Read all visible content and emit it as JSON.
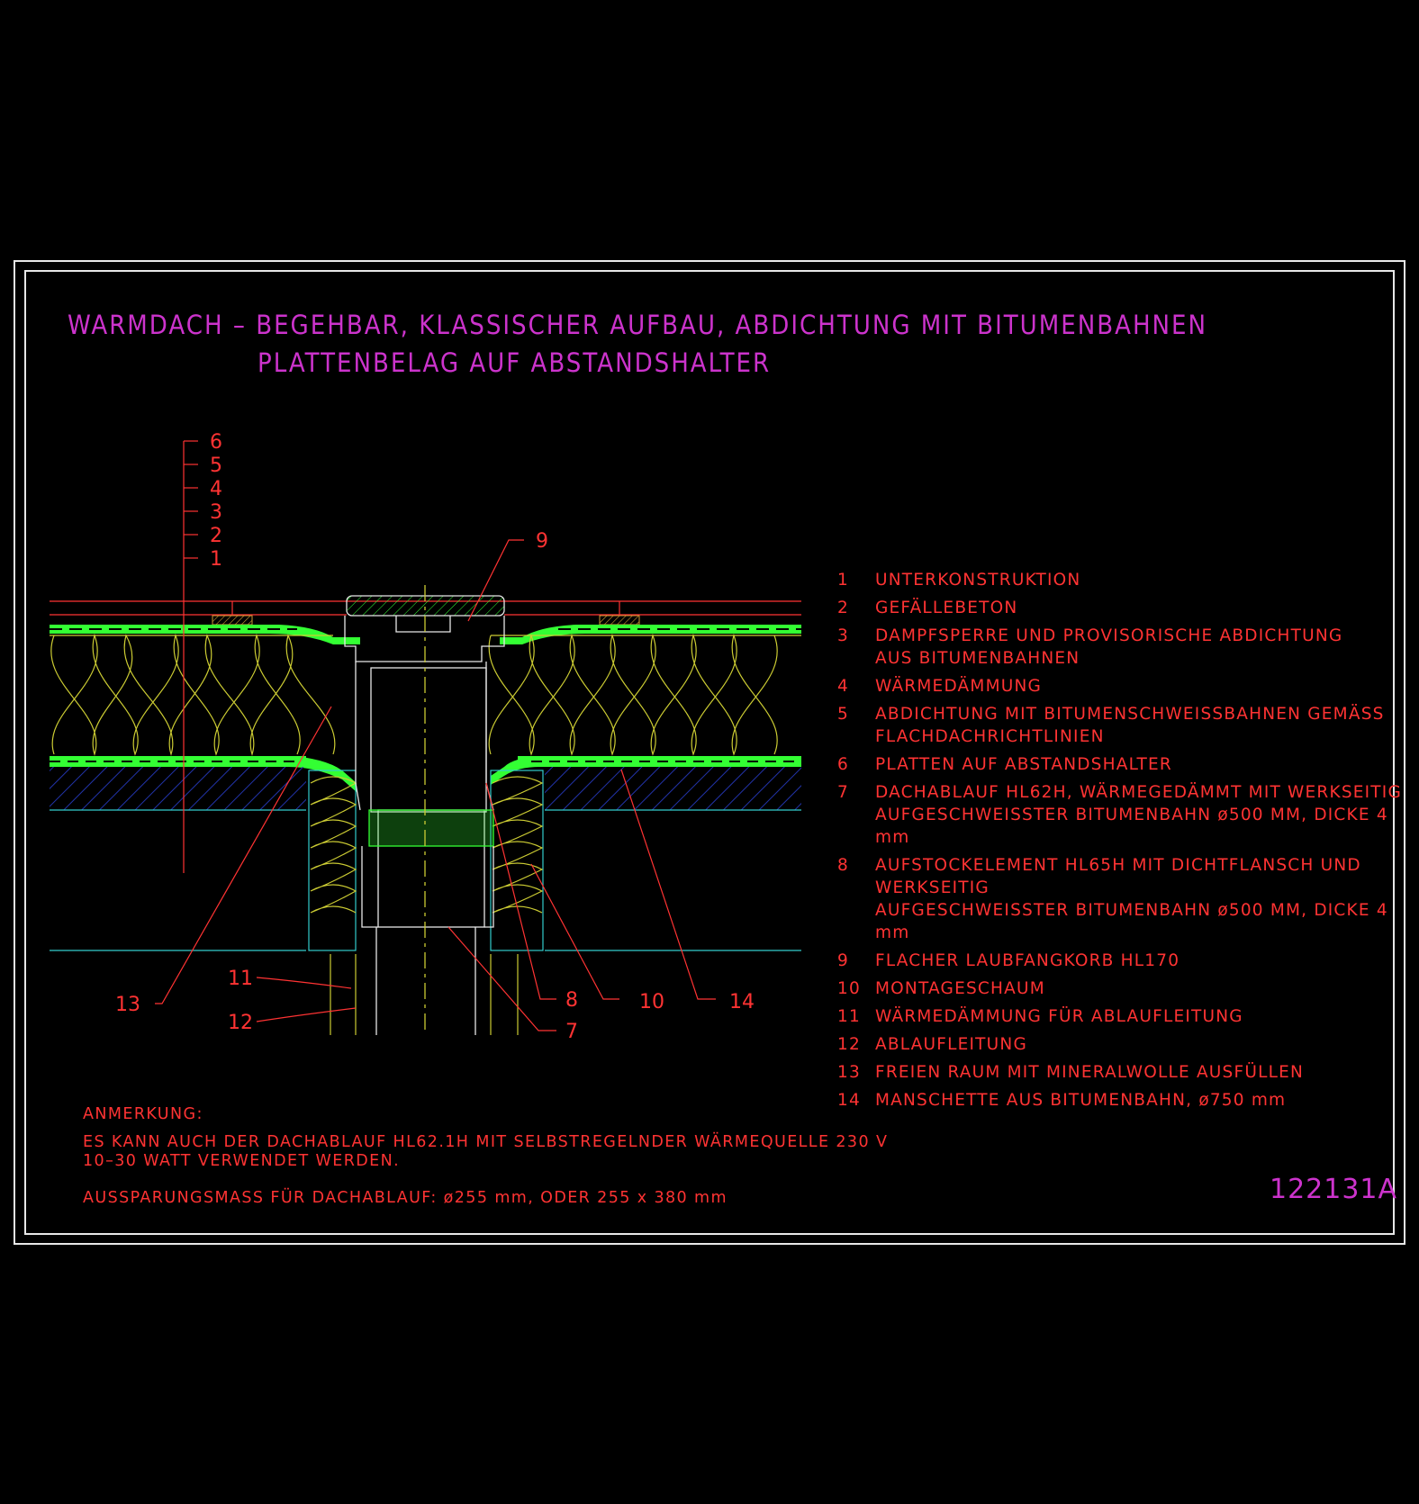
{
  "title": {
    "line1": "WARMDACH – BEGEHBAR, KLASSISCHER AUFBAU, ABDICHTUNG MIT BITUMENBAHNEN",
    "line2": "PLATTENBELAG AUF ABSTANDSHALTER"
  },
  "layer_labels": [
    "6",
    "5",
    "4",
    "3",
    "2",
    "1"
  ],
  "callouts": {
    "c9": "9",
    "c13": "13",
    "c11": "11",
    "c12": "12",
    "c8": "8",
    "c7": "7",
    "c10": "10",
    "c14": "14"
  },
  "legend": [
    {
      "num": "1",
      "text": "UNTERKONSTRUKTION"
    },
    {
      "num": "2",
      "text": "GEFÄLLEBETON"
    },
    {
      "num": "3",
      "text": "DAMPFSPERRE UND PROVISORISCHE ABDICHTUNG\nAUS BITUMENBAHNEN"
    },
    {
      "num": "4",
      "text": "WÄRMEDÄMMUNG"
    },
    {
      "num": "5",
      "text": "ABDICHTUNG MIT BITUMENSCHWEISSBAHNEN GEMÄSS\nFLACHDACHRICHTLINIEN"
    },
    {
      "num": "6",
      "text": "PLATTEN AUF ABSTANDSHALTER"
    },
    {
      "num": "7",
      "text": "DACHABLAUF HL62H, WÄRMEGEDÄMMT MIT WERKSEITIG\nAUFGESCHWEISSTER BITUMENBAHN ø500 MM, DICKE 4 mm"
    },
    {
      "num": "8",
      "text": "AUFSTOCKELEMENT HL65H MIT DICHTFLANSCH UND WERKSEITIG\nAUFGESCHWEISSTER BITUMENBAHN ø500 MM, DICKE 4 mm"
    },
    {
      "num": "9",
      "text": "FLACHER LAUBFANGKORB HL170"
    },
    {
      "num": "10",
      "text": "MONTAGESCHAUM"
    },
    {
      "num": "11",
      "text": "WÄRMEDÄMMUNG FÜR ABLAUFLEITUNG"
    },
    {
      "num": "12",
      "text": "ABLAUFLEITUNG"
    },
    {
      "num": "13",
      "text": "FREIEN RAUM MIT MINERALWOLLE AUSFÜLLEN"
    },
    {
      "num": "14",
      "text": "MANSCHETTE AUS BITUMENBAHN, ø750 mm"
    }
  ],
  "notes": {
    "heading": "ANMERKUNG:",
    "line1": "ES KANN AUCH DER DACHABLAUF HL62.1H MIT SELBSTREGELNDER WÄRMEQUELLE 230 V\n10–30 WATT VERWENDET WERDEN.",
    "line2": "AUSSPARUNGSMASS FÜR DACHABLAUF: ø255 mm, ODER 255 x 380 mm"
  },
  "drawing_number": "122131A",
  "colors": {
    "background": "#000000",
    "title": "#cc33cc",
    "text": "#ff3333",
    "insulation": "#cccc33",
    "membrane": "#33ff33",
    "structure": "#2233aa",
    "line_cyan": "#33cccc"
  }
}
